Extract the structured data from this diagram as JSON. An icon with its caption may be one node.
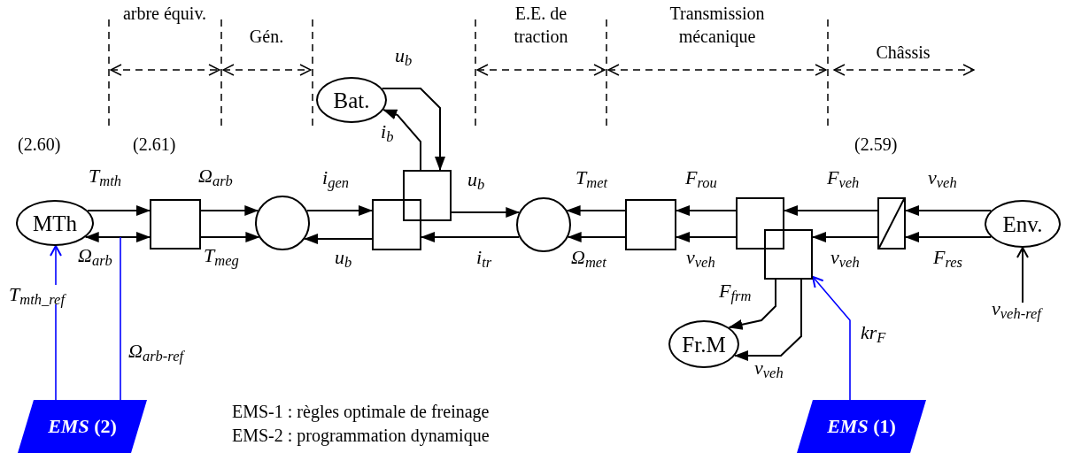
{
  "diagram": {
    "nodes": [
      {
        "text": [
          "MTh"
        ]
      },
      {
        "text": [],
        "shape": "box"
      },
      {
        "text": [],
        "shape": "circle"
      },
      {
        "text": [],
        "shape": "box"
      },
      {
        "text": [],
        "shape": "box"
      },
      {
        "text": [
          "Bat."
        ]
      },
      {
        "text": [],
        "shape": "circle"
      },
      {
        "text": [],
        "shape": "box"
      },
      {
        "text": [],
        "shape": "box"
      },
      {
        "text": [],
        "shape": "box"
      },
      {
        "text": [
          "Fr.M"
        ]
      },
      {
        "text": [],
        "shape": "box"
      },
      {
        "text": [
          "Env."
        ]
      },
      {
        "text": [
          "*EMS* (2)"
        ]
      },
      {
        "text": [
          "*EMS* (1)"
        ]
      }
    ],
    "edges": [
      {
        "from": 0,
        "to": 1,
        "arrow": "to",
        "label": "T$_{mth}$"
      },
      {
        "from": 0,
        "to": 1,
        "arrow": "both",
        "label": "Ω$_{arb}$"
      },
      {
        "from": 1,
        "to": 2,
        "arrow": "to",
        "label": "Ω$_{arb}$"
      },
      {
        "from": 1,
        "to": 2,
        "arrow": "to",
        "label": "T$_{meg}$"
      },
      {
        "from": 2,
        "to": 3,
        "arrow": "to",
        "label": "i$_{gen}$"
      },
      {
        "from": 3,
        "to": 2,
        "arrow": "to",
        "label": "u$_{b}$"
      },
      {
        "from": 4,
        "to": 6,
        "arrow": "to",
        "label": "u$_{b}$"
      },
      {
        "from": 6,
        "to": 3,
        "arrow": "to",
        "label": "i$_{tr}$"
      },
      {
        "from": 5,
        "to": 4,
        "arrow": "to",
        "label": "u$_{b}$"
      },
      {
        "from": 4,
        "to": 5,
        "arrow": "to",
        "label": "i$_{b}$"
      },
      {
        "from": 7,
        "to": 6,
        "arrow": "to",
        "label": "T$_{met}$"
      },
      {
        "from": 7,
        "to": 6,
        "arrow": "to",
        "label": "Ω$_{met}$"
      },
      {
        "from": 8,
        "to": 7,
        "arrow": "to",
        "label": "F$_{rou}$"
      },
      {
        "from": 8,
        "to": 7,
        "arrow": "to",
        "label": "v$_{veh}$"
      },
      {
        "from": 11,
        "to": 8,
        "arrow": "to",
        "label": "F$_{veh}$"
      },
      {
        "from": 11,
        "to": 9,
        "arrow": "to",
        "label": "v$_{veh}$"
      },
      {
        "from": 12,
        "to": 11,
        "arrow": "to",
        "label": "v$_{veh}$"
      },
      {
        "from": 12,
        "to": 11,
        "arrow": "to",
        "label": "F$_{res}$"
      },
      {
        "from": 9,
        "to": 10,
        "arrow": "to",
        "label": "F$_{frm}$"
      },
      {
        "from": 9,
        "to": 10,
        "arrow": "to",
        "label": "v$_{veh}$"
      },
      {
        "from": null,
        "to": 12,
        "arrow": "to",
        "label": "v$_{veh-ref}$"
      },
      {
        "from": 13,
        "to": 0,
        "arrow": "to",
        "label": "T$_{mth_ref}$",
        "color": "#0000ff"
      },
      {
        "from": 13,
        "to": null,
        "arrow": "none",
        "label": "Ω$_{arb-ref}$",
        "color": "#0000ff"
      },
      {
        "from": 14,
        "to": 9,
        "arrow": "to",
        "label": "kr$_{F}$",
        "color": "#0000ff"
      }
    ],
    "labels": [
      "arbre équiv.",
      "Gén.",
      "E.E. de traction",
      "Transmission mécanique",
      "Châssis",
      "(2.60)",
      "(2.61)",
      "(2.59)",
      "EMS-1 : règles optimale de freinage",
      "EMS-2 : programmation dynamique"
    ]
  }
}
